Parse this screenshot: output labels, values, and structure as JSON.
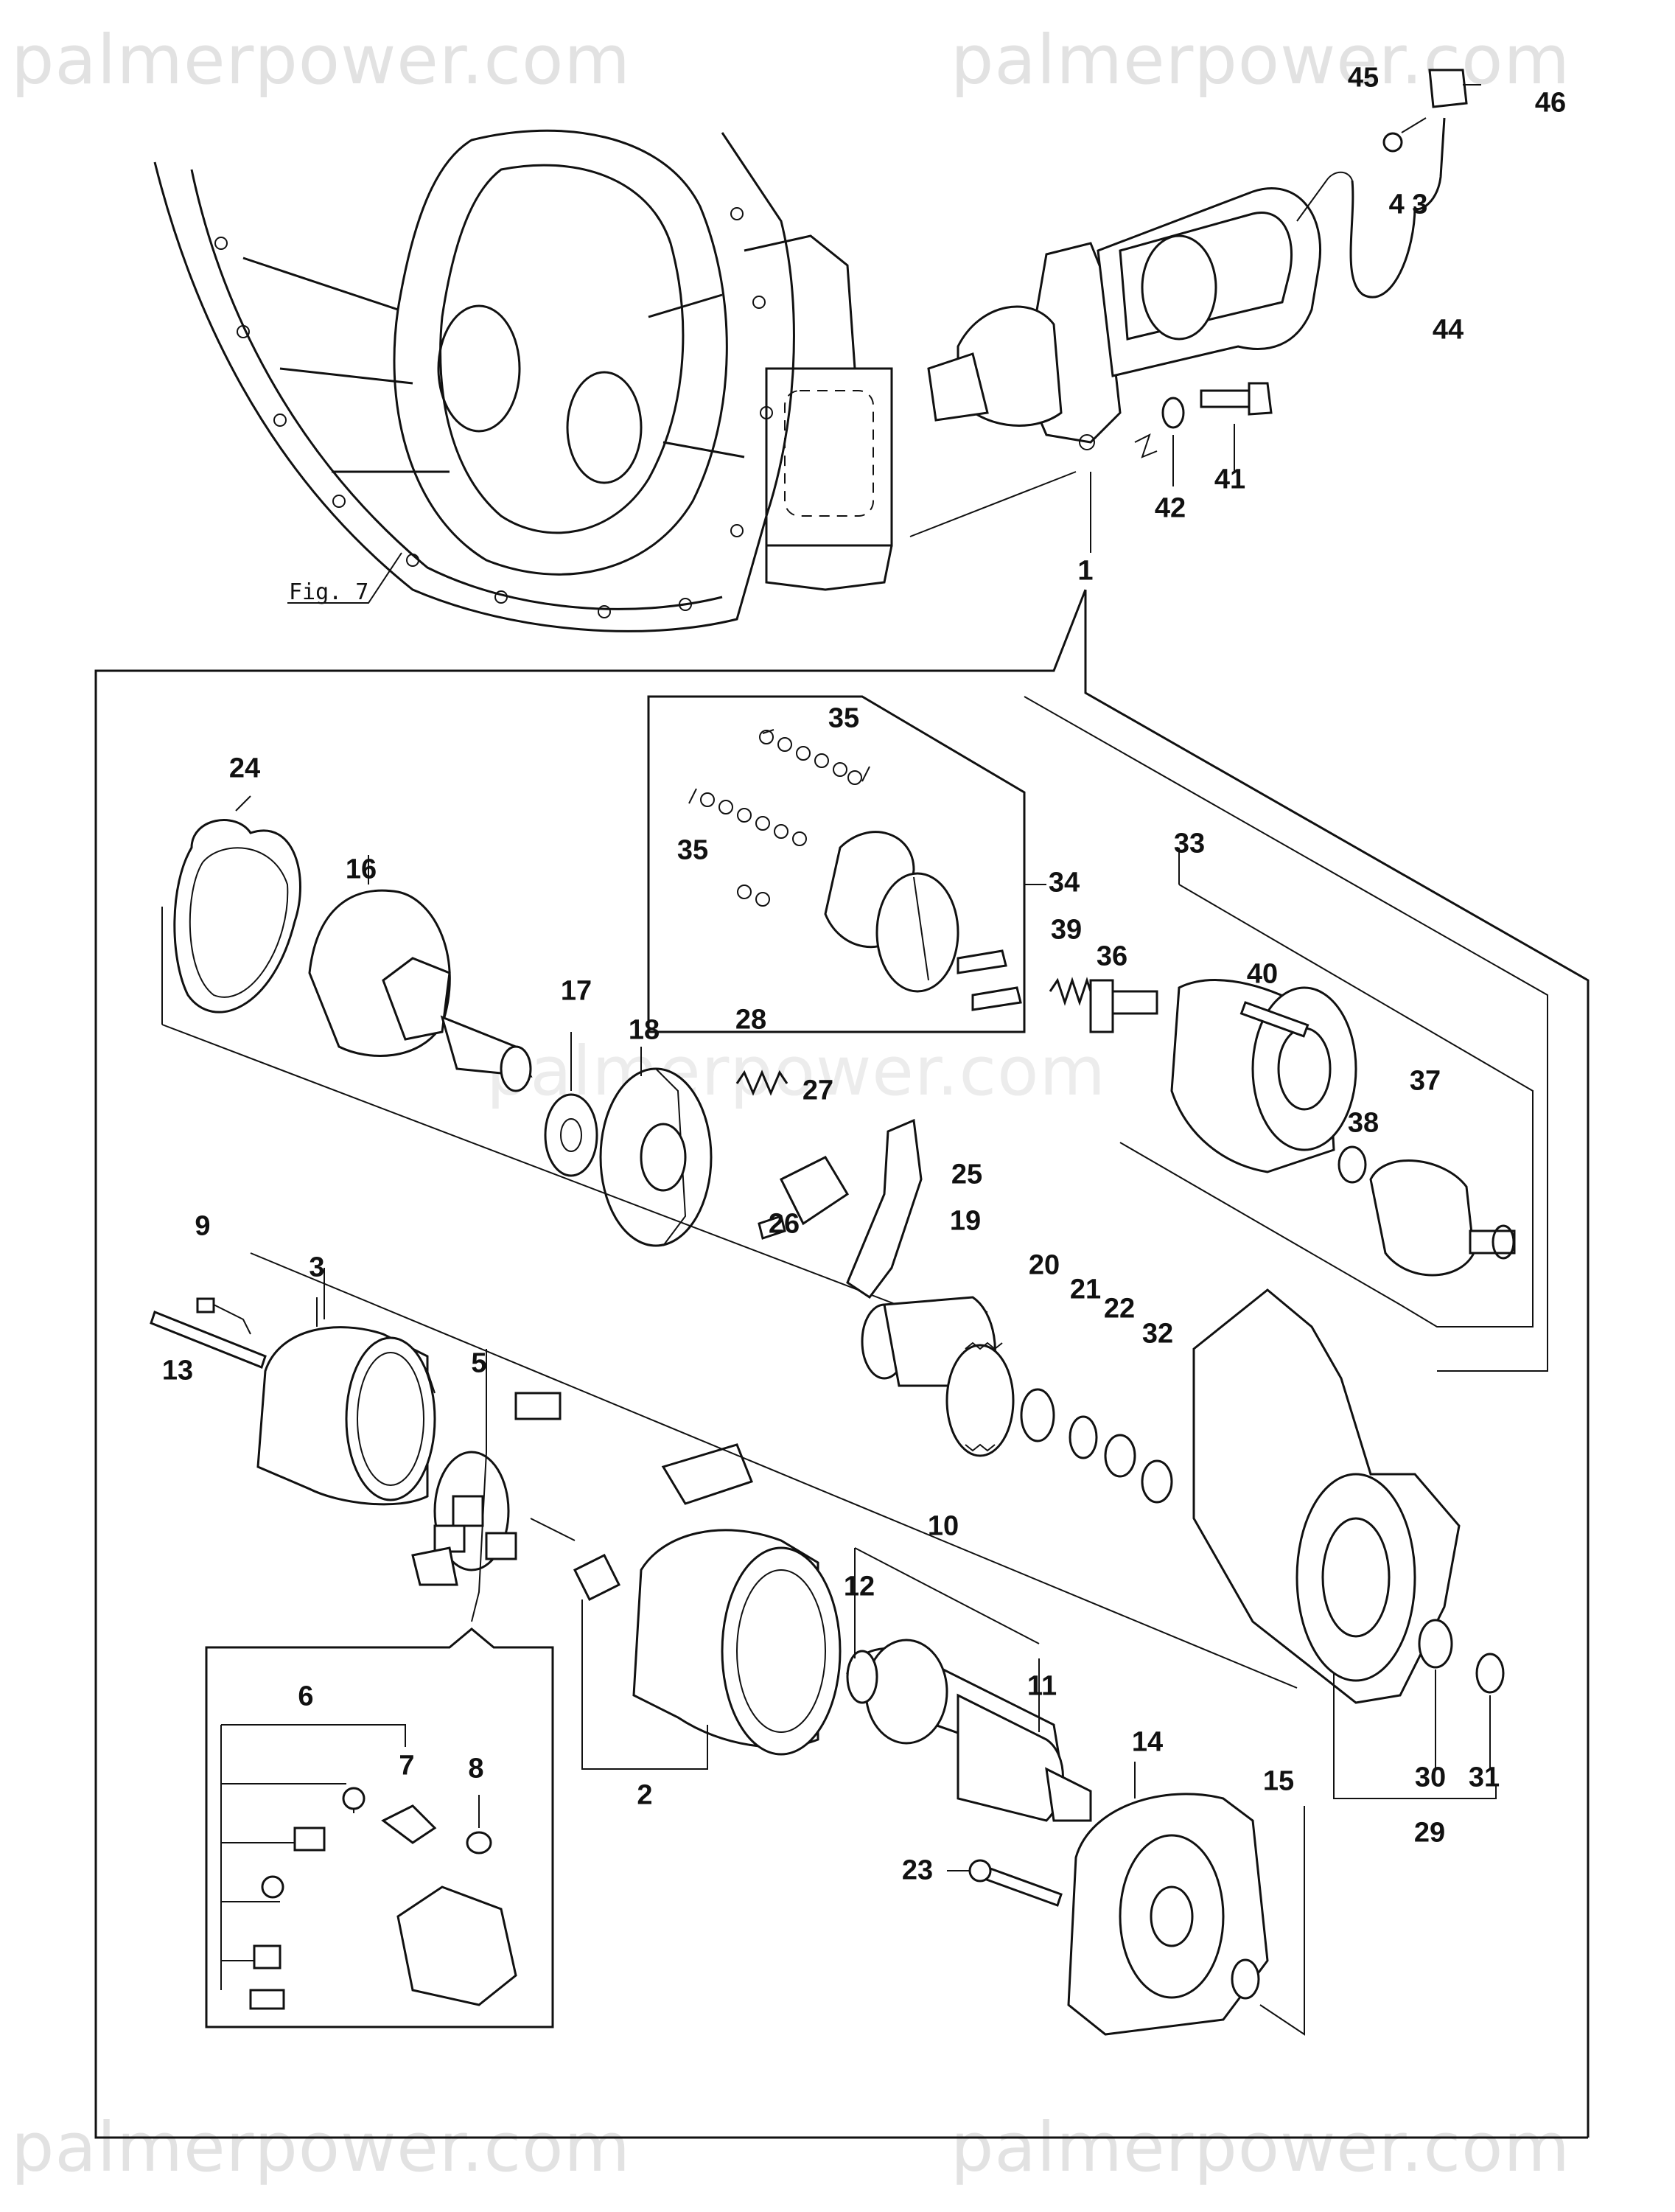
{
  "watermarks": [
    "palmerpower.com",
    "palmerpower.com",
    "palmerpower.com",
    "palmerpower.com",
    "palmerpower.com"
  ],
  "figure_reference": "Fig. 7",
  "callouts": {
    "c1": "1",
    "c2": "2",
    "c3": "3",
    "c5": "5",
    "c6": "6",
    "c7": "7",
    "c8": "8",
    "c9": "9",
    "c10": "10",
    "c11": "11",
    "c12": "12",
    "c13": "13",
    "c14": "14",
    "c15": "15",
    "c16": "16",
    "c17": "17",
    "c18": "18",
    "c19": "19",
    "c20": "20",
    "c21": "21",
    "c22": "22",
    "c23": "23",
    "c24": "24",
    "c25": "25",
    "c26": "26",
    "c27": "27",
    "c28": "28",
    "c29": "29",
    "c30": "30",
    "c31": "31",
    "c32": "32",
    "c33": "33",
    "c34": "34",
    "c35a": "35",
    "c35b": "35",
    "c36": "36",
    "c37": "37",
    "c38": "38",
    "c39": "39",
    "c40": "40",
    "c41": "41",
    "c42": "42",
    "c43": "4 3",
    "c44": "44",
    "c45": "45",
    "c46": "46"
  }
}
